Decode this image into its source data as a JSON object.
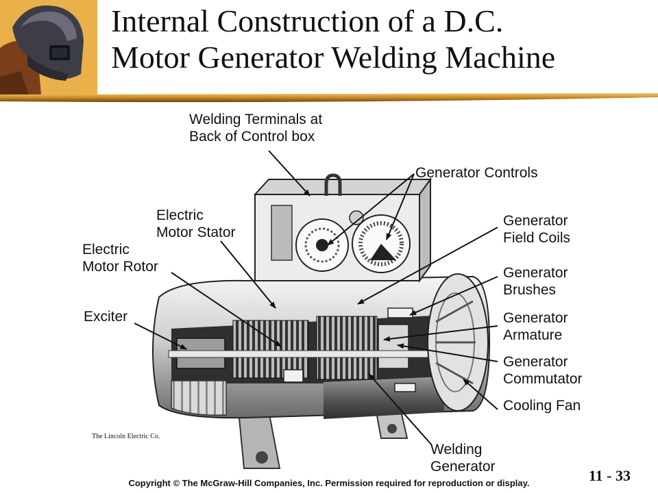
{
  "title": {
    "line1": "Internal Construction of a D.C.",
    "line2": "Motor Generator Welding Machine"
  },
  "callouts": {
    "welding_terminals": {
      "line1": "Welding Terminals at",
      "line2": "Back of Control box"
    },
    "generator_controls": {
      "line1": "Generator Controls"
    },
    "electric_motor_stator": {
      "line1": "Electric",
      "line2": "Motor Stator"
    },
    "electric_motor_rotor": {
      "line1": "Electric",
      "line2": "Motor Rotor"
    },
    "exciter": {
      "line1": "Exciter"
    },
    "generator_field_coils": {
      "line1": "Generator",
      "line2": "Field Coils"
    },
    "generator_brushes": {
      "line1": "Generator",
      "line2": "Brushes"
    },
    "generator_armature": {
      "line1": "Generator",
      "line2": "Armature"
    },
    "generator_commutator": {
      "line1": "Generator",
      "line2": "Commutator"
    },
    "cooling_fan": {
      "line1": "Cooling Fan"
    },
    "welding_generator": {
      "line1": "Welding",
      "line2": "Generator"
    }
  },
  "credit": "The Lincoln Electric Co.",
  "slide_number": "11 - 33",
  "copyright": "Copyright © The McGraw-Hill Companies, Inc. Permission required for reproduction or display."
}
